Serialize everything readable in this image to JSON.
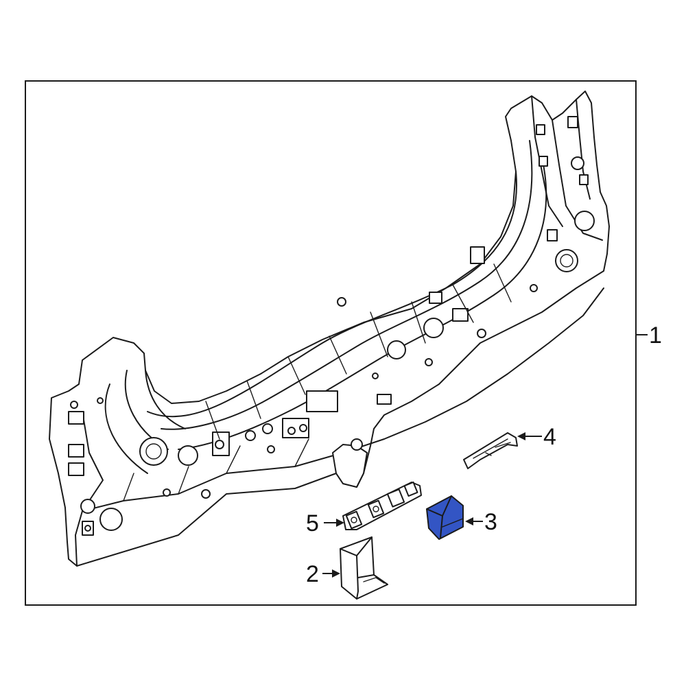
{
  "callouts": [
    {
      "id": "1",
      "label": "1"
    },
    {
      "id": "2",
      "label": "2"
    },
    {
      "id": "3",
      "label": "3"
    },
    {
      "id": "4",
      "label": "4"
    },
    {
      "id": "5",
      "label": "5"
    }
  ],
  "highlight_color": "#3355c4",
  "line_color": "#1a1a1a"
}
